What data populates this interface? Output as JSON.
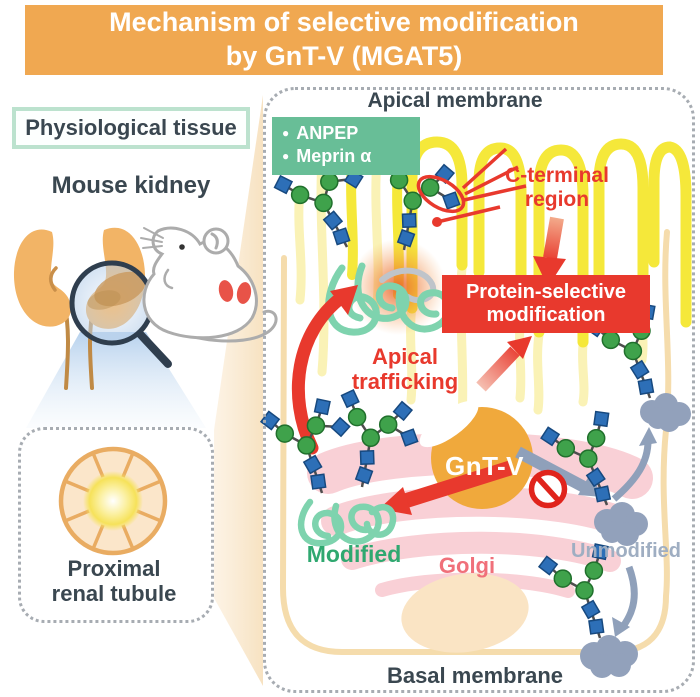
{
  "title": {
    "line1": "Mechanism of selective modification",
    "line2": "by GnT-V (MGAT5)"
  },
  "left_panel": {
    "tissue_label": "Physiological tissue",
    "organ_label": "Mouse kidney",
    "tubule_label_line1": "Proximal",
    "tubule_label_line2": "renal tubule"
  },
  "cell_panel": {
    "apical_label": "Apical membrane",
    "basal_label": "Basal membrane",
    "legend": {
      "bullet": "●",
      "items": [
        "ANPEP",
        "Meprin α"
      ]
    },
    "c_terminal_line1": "C-terminal",
    "c_terminal_line2": "region",
    "selective_line1": "Protein-selective",
    "selective_line2": "modification",
    "trafficking_line1": "Apical",
    "trafficking_line2": "trafficking",
    "enzyme_label": "GnT-V",
    "modified_label": "Modified",
    "golgi_label": "Golgi",
    "unmodified_label": "Unmodified"
  },
  "colors": {
    "header_orange": "#F0A851",
    "accent_red": "#E8392D",
    "legend_green": "#68BE97",
    "modified_green": "#2FA870",
    "protein_teal": "#7ED3AE",
    "golgi_pink": "#F9D0D6",
    "golgi_text_pink": "#F0707A",
    "unmodified_gray": "#92A1BB",
    "enzyme_orange": "#F0A93C",
    "membrane_yellow": "#F5E83A",
    "cell_wall_tan": "#F5DCAC",
    "glycan_green": "#3FA24B",
    "glycan_blue": "#2D6FB7",
    "kidney_orange": "#F2B466",
    "dark_text": "#3A4750"
  }
}
